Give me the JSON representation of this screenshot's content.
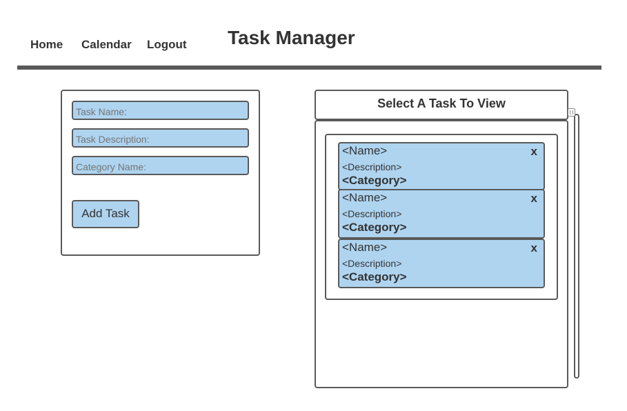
{
  "nav": {
    "home": "Home",
    "calendar": "Calendar",
    "logout": "Logout"
  },
  "header": {
    "title": "Task Manager"
  },
  "form": {
    "task_name_placeholder": "Task Name:",
    "task_description_placeholder": "Task Description:",
    "category_name_placeholder": "Category Name:",
    "add_button": "Add Task"
  },
  "view": {
    "header": "Select A Task To View",
    "tasks": [
      {
        "name": "<Name>",
        "description": "<Description>",
        "category": "<Category>",
        "close": "x"
      },
      {
        "name": "<Name>",
        "description": "<Description>",
        "category": "<Category>",
        "close": "x"
      },
      {
        "name": "<Name>",
        "description": "<Description>",
        "category": "<Category>",
        "close": "x"
      }
    ]
  },
  "colors": {
    "accent_fill": "#aed4f0",
    "border": "#595959",
    "text": "#333333"
  }
}
